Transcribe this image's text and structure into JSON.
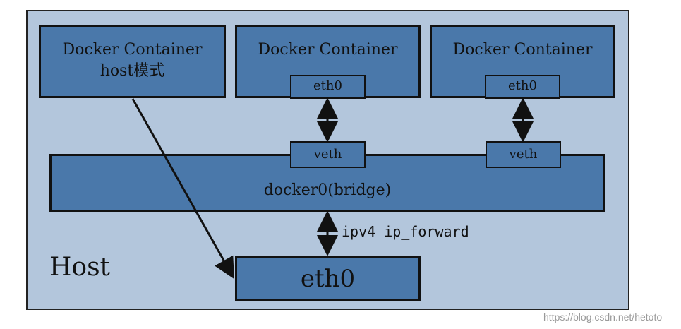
{
  "diagram": {
    "host_label": "Host",
    "containers": [
      {
        "line1": "Docker Container",
        "line2": "host模式"
      },
      {
        "line1": "Docker Container",
        "eth": "eth0"
      },
      {
        "line1": "Docker Container",
        "eth": "eth0"
      }
    ],
    "bridge": {
      "label": "docker0(bridge)",
      "veths": [
        "veth",
        "veth"
      ]
    },
    "host_eth": "eth0",
    "forward_label": "ipv4 ip_forward"
  },
  "watermark": "https://blog.csdn.net/hetoto",
  "colors": {
    "host_bg": "#b3c6dc",
    "box_fill": "#4a78aa",
    "border": "#111111"
  }
}
